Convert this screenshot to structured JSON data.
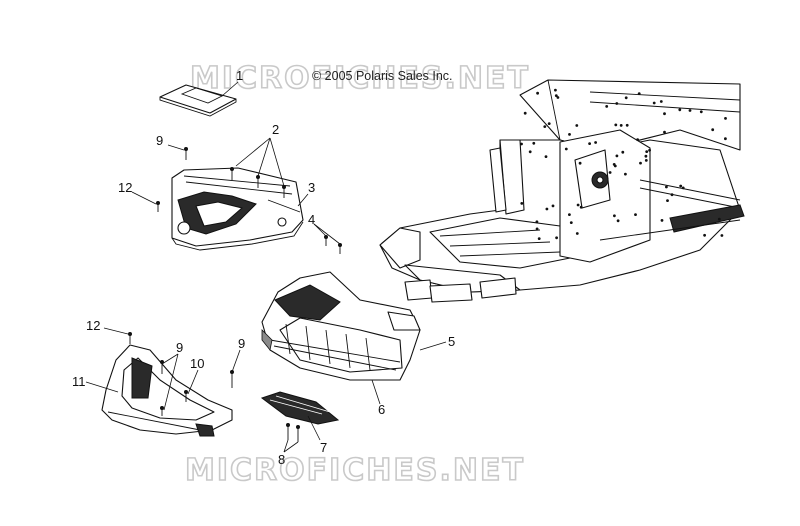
{
  "copyright": "© 2005 Polaris Sales Inc.",
  "watermarks": [
    "MICROFICHES.NET",
    "MICROFICHES.NET"
  ],
  "callouts": [
    {
      "id": "1",
      "label": "1"
    },
    {
      "id": "2",
      "label": "2"
    },
    {
      "id": "3",
      "label": "3"
    },
    {
      "id": "4",
      "label": "4"
    },
    {
      "id": "5",
      "label": "5"
    },
    {
      "id": "6",
      "label": "6"
    },
    {
      "id": "7",
      "label": "7"
    },
    {
      "id": "8",
      "label": "8"
    },
    {
      "id": "9a",
      "label": "9"
    },
    {
      "id": "9b",
      "label": "9"
    },
    {
      "id": "9c",
      "label": "9"
    },
    {
      "id": "10",
      "label": "10"
    },
    {
      "id": "11",
      "label": "11"
    },
    {
      "id": "12a",
      "label": "12"
    },
    {
      "id": "12b",
      "label": "12"
    }
  ]
}
